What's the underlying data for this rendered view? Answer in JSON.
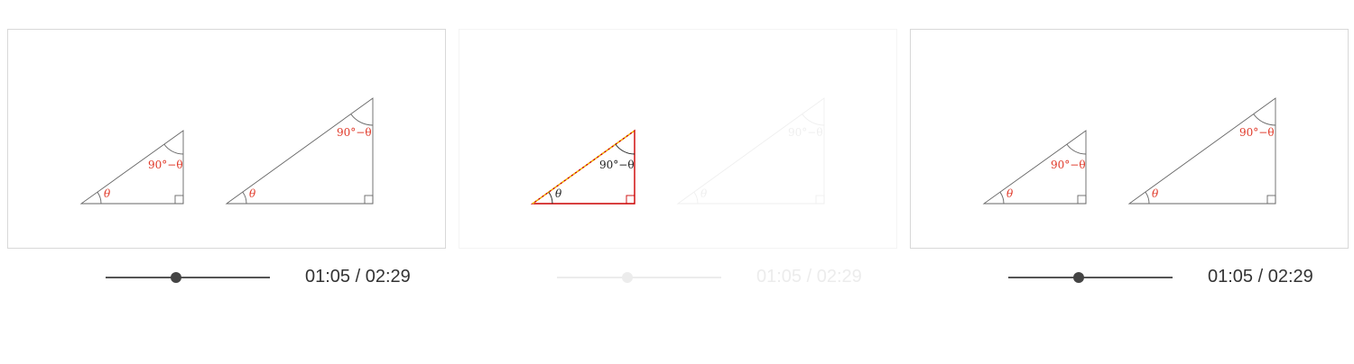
{
  "labels": {
    "theta": "θ",
    "complement": "90°−θ"
  },
  "colors": {
    "line": "#666666",
    "angle_label": "#e03a2a",
    "highlight_outline": "#cc0000",
    "highlight_dash": "#f2c400",
    "faded": "#efefef"
  },
  "panels": [
    {
      "state": "normal",
      "progress": 0.43,
      "time": "01:05 / 02:29"
    },
    {
      "state": "highlighted",
      "progress": 0.43,
      "time": "01:05 / 02:29"
    },
    {
      "state": "normal",
      "progress": 0.43,
      "time": "01:05 / 02:29"
    }
  ]
}
